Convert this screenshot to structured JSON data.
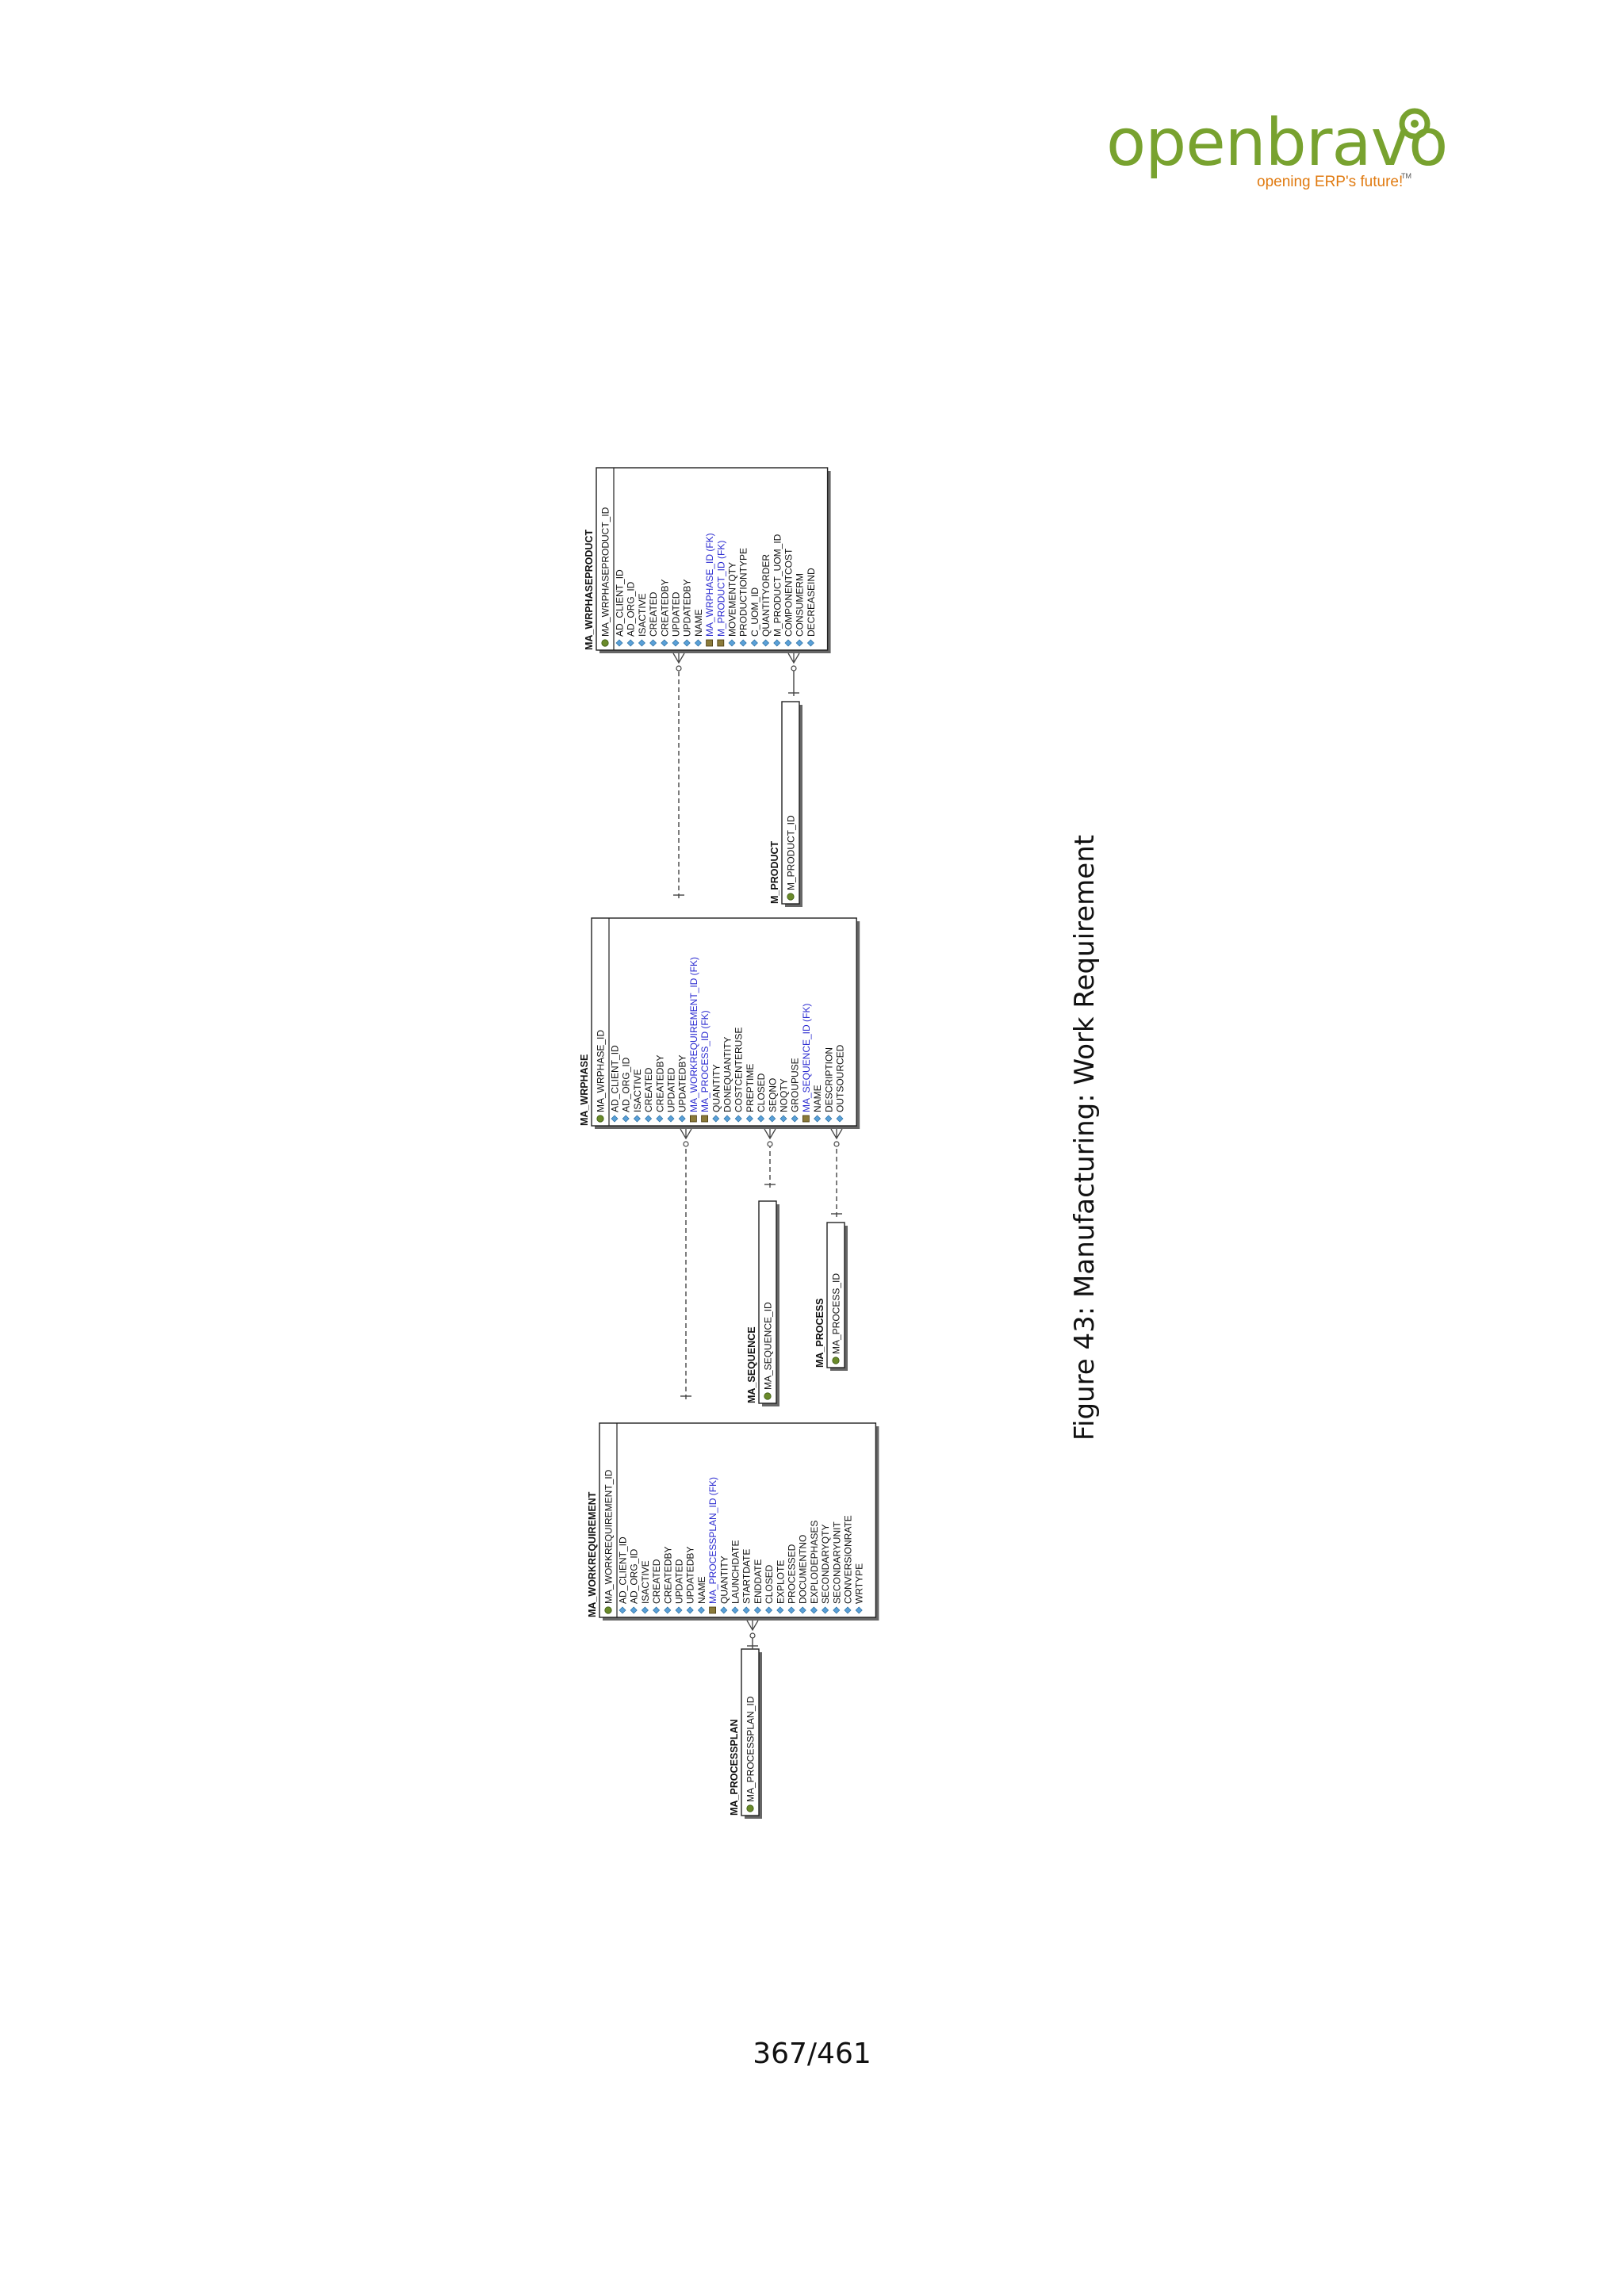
{
  "logo": {
    "word_open": "open",
    "word_bravo": "bravo",
    "tagline": "opening ERP's future!",
    "tm": "TM",
    "colors": {
      "green": "#78a22f",
      "orange": "#e07a10"
    }
  },
  "caption": "Figure 43: Manufacturing: Work Requirement",
  "page_number": "367/461",
  "colors": {
    "fk": "#2a2ad0",
    "text": "#111111",
    "line": "#444444",
    "column_icon": "#5aa0d8",
    "key_icon": "#6a8a2a"
  },
  "tables": [
    {
      "id": "ma_wrphaseproduct",
      "name": "MA_WRPHASEPRODUCT",
      "pk": "MA_WRPHASEPRODUCT_ID",
      "columns": [
        {
          "name": "AD_CLIENT_ID",
          "fk": false
        },
        {
          "name": "AD_ORG_ID",
          "fk": false
        },
        {
          "name": "ISACTIVE",
          "fk": false
        },
        {
          "name": "CREATED",
          "fk": false
        },
        {
          "name": "CREATEDBY",
          "fk": false
        },
        {
          "name": "UPDATED",
          "fk": false
        },
        {
          "name": "UPDATEDBY",
          "fk": false
        },
        {
          "name": "NAME",
          "fk": false
        },
        {
          "name": "MA_WRPHASE_ID (FK)",
          "fk": true
        },
        {
          "name": "M_PRODUCT_ID (FK)",
          "fk": true
        },
        {
          "name": "MOVEMENTQTY",
          "fk": false
        },
        {
          "name": "PRODUCTIONTYPE",
          "fk": false
        },
        {
          "name": "C_UOM_ID",
          "fk": false
        },
        {
          "name": "QUANTITYORDER",
          "fk": false
        },
        {
          "name": "M_PRODUCT_UOM_ID",
          "fk": false
        },
        {
          "name": "COMPONENTCOST",
          "fk": false
        },
        {
          "name": "CONSUMERM",
          "fk": false
        },
        {
          "name": "DECREASEIND",
          "fk": false
        }
      ]
    },
    {
      "id": "m_product",
      "name": "M_PRODUCT",
      "pk": "M_PRODUCT_ID",
      "columns": []
    },
    {
      "id": "ma_wrphase",
      "name": "MA_WRPHASE",
      "pk": "MA_WRPHASE_ID",
      "columns": [
        {
          "name": "AD_CLIENT_ID",
          "fk": false
        },
        {
          "name": "AD_ORG_ID",
          "fk": false
        },
        {
          "name": "ISACTIVE",
          "fk": false
        },
        {
          "name": "CREATED",
          "fk": false
        },
        {
          "name": "CREATEDBY",
          "fk": false
        },
        {
          "name": "UPDATED",
          "fk": false
        },
        {
          "name": "UPDATEDBY",
          "fk": false
        },
        {
          "name": "MA_WORKREQUIREMENT_ID (FK)",
          "fk": true
        },
        {
          "name": "MA_PROCESS_ID (FK)",
          "fk": true
        },
        {
          "name": "QUANTITY",
          "fk": false
        },
        {
          "name": "DONEQUANTITY",
          "fk": false
        },
        {
          "name": "COSTCENTERUSE",
          "fk": false
        },
        {
          "name": "PREPTIME",
          "fk": false
        },
        {
          "name": "CLOSED",
          "fk": false
        },
        {
          "name": "SEQNO",
          "fk": false
        },
        {
          "name": "NOQTY",
          "fk": false
        },
        {
          "name": "GROUPUSE",
          "fk": false
        },
        {
          "name": "MA_SEQUENCE_ID (FK)",
          "fk": true
        },
        {
          "name": "NAME",
          "fk": false
        },
        {
          "name": "DESCRIPTION",
          "fk": false
        },
        {
          "name": "OUTSOURCED",
          "fk": false
        }
      ]
    },
    {
      "id": "ma_sequence",
      "name": "MA_SEQUENCE",
      "pk": "MA_SEQUENCE_ID",
      "columns": []
    },
    {
      "id": "ma_process",
      "name": "MA_PROCESS",
      "pk": "MA_PROCESS_ID",
      "columns": []
    },
    {
      "id": "ma_workrequirement",
      "name": "MA_WORKREQUIREMENT",
      "pk": "MA_WORKREQUIREMENT_ID",
      "columns": [
        {
          "name": "AD_CLIENT_ID",
          "fk": false
        },
        {
          "name": "AD_ORG_ID",
          "fk": false
        },
        {
          "name": "ISACTIVE",
          "fk": false
        },
        {
          "name": "CREATED",
          "fk": false
        },
        {
          "name": "CREATEDBY",
          "fk": false
        },
        {
          "name": "UPDATED",
          "fk": false
        },
        {
          "name": "UPDATEDBY",
          "fk": false
        },
        {
          "name": "NAME",
          "fk": false
        },
        {
          "name": "MA_PROCESSPLAN_ID (FK)",
          "fk": true
        },
        {
          "name": "QUANTITY",
          "fk": false
        },
        {
          "name": "LAUNCHDATE",
          "fk": false
        },
        {
          "name": "STARTDATE",
          "fk": false
        },
        {
          "name": "ENDDATE",
          "fk": false
        },
        {
          "name": "CLOSED",
          "fk": false
        },
        {
          "name": "EXPLOTE",
          "fk": false
        },
        {
          "name": "PROCESSED",
          "fk": false
        },
        {
          "name": "DOCUMENTNO",
          "fk": false
        },
        {
          "name": "EXPLODEPHASES",
          "fk": false
        },
        {
          "name": "SECONDARYQTY",
          "fk": false
        },
        {
          "name": "SECONDARYUNIT",
          "fk": false
        },
        {
          "name": "CONVERSIONRATE",
          "fk": false
        },
        {
          "name": "WRTYPE",
          "fk": false
        }
      ]
    },
    {
      "id": "ma_processplan",
      "name": "MA_PROCESSPLAN",
      "pk": "MA_PROCESSPLAN_ID",
      "columns": []
    }
  ],
  "relationships": [
    {
      "id": "rel-wrphase-wrphaseproduct",
      "parent": "ma_wrphase",
      "child": "ma_wrphaseproduct",
      "style": "dashed"
    },
    {
      "id": "rel-product-wrphaseproduct",
      "parent": "m_product",
      "child": "ma_wrphaseproduct",
      "style": "solid"
    },
    {
      "id": "rel-workrequirement-wrphase",
      "parent": "ma_workrequirement",
      "child": "ma_wrphase",
      "style": "dashed"
    },
    {
      "id": "rel-sequence-wrphase",
      "parent": "ma_sequence",
      "child": "ma_wrphase",
      "style": "dashed"
    },
    {
      "id": "rel-process-wrphase",
      "parent": "ma_process",
      "child": "ma_wrphase",
      "style": "dashed"
    },
    {
      "id": "rel-processplan-workrequirement",
      "parent": "ma_processplan",
      "child": "ma_workrequirement",
      "style": "solid"
    }
  ]
}
